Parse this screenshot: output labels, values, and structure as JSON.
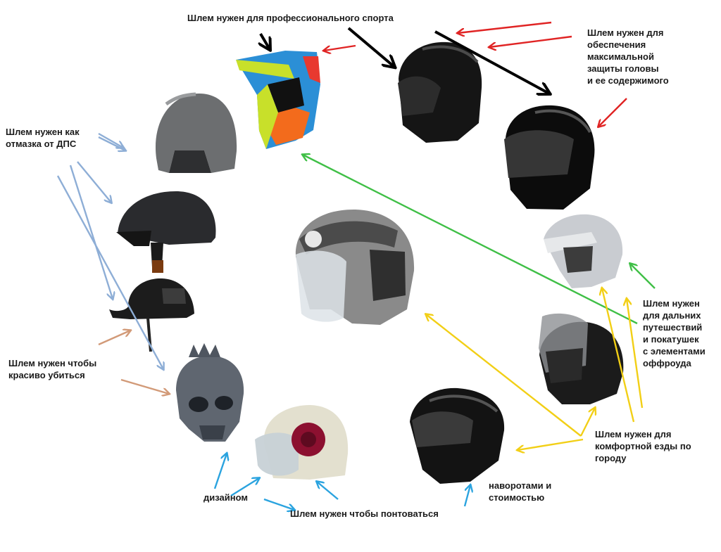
{
  "labels": {
    "pro_sport": "Шлем нужен для профессионального спорта",
    "max_protection": "Шлем нужен для\nобеспечения\nмаксимальной\nзащиты головы\nи ее содержимого",
    "dps_excuse": "Шлем нужен как\nотмазка от ДПС",
    "die_beautifully": "Шлем нужен чтобы\nкрасиво убиться",
    "long_travel": "Шлем нужен\nдля дальних\nпутешествий\nи покатушек\nс элементами\nоффроуда",
    "city_comfort": "Шлем нужен для\nкомфортной езды по\nгороду",
    "show_off": "Шлем нужен чтобы понтоваться",
    "design": "дизайном",
    "gadgets_cost": "наворотами и\nстоимостью"
  },
  "helmets": [
    {
      "icon": "open-face-gray-helmet-icon",
      "color": "#6c6e70"
    },
    {
      "icon": "motocross-helmet-icon",
      "color": "#c8e02a"
    },
    {
      "icon": "black-racing-helmet-icon",
      "color": "#151515"
    },
    {
      "icon": "black-full-face-helmet-icon",
      "color": "#0c0c0c"
    },
    {
      "icon": "half-helmet-black-icon",
      "color": "#2a2b2e"
    },
    {
      "icon": "german-style-helmet-icon",
      "color": "#1c1c1c"
    },
    {
      "icon": "arai-open-face-helmet-icon",
      "color": "#8a8a8a"
    },
    {
      "icon": "dual-sport-silver-helmet-icon",
      "color": "#c9ccd1"
    },
    {
      "icon": "modular-helmet-icon",
      "color": "#1b1b1b"
    },
    {
      "icon": "skull-helmet-icon",
      "color": "#5f6670"
    },
    {
      "icon": "retro-bubble-helmet-icon",
      "color": "#e3e0cf"
    },
    {
      "icon": "black-flip-helmet-icon",
      "color": "#131313"
    }
  ],
  "arrow_colors": {
    "black": "#000000",
    "red": "#e02424",
    "blue": "#8eaed6",
    "brown": "#d29a78",
    "green": "#3fbf46",
    "yellow": "#f2cf16",
    "cyan": "#2aa3df"
  }
}
